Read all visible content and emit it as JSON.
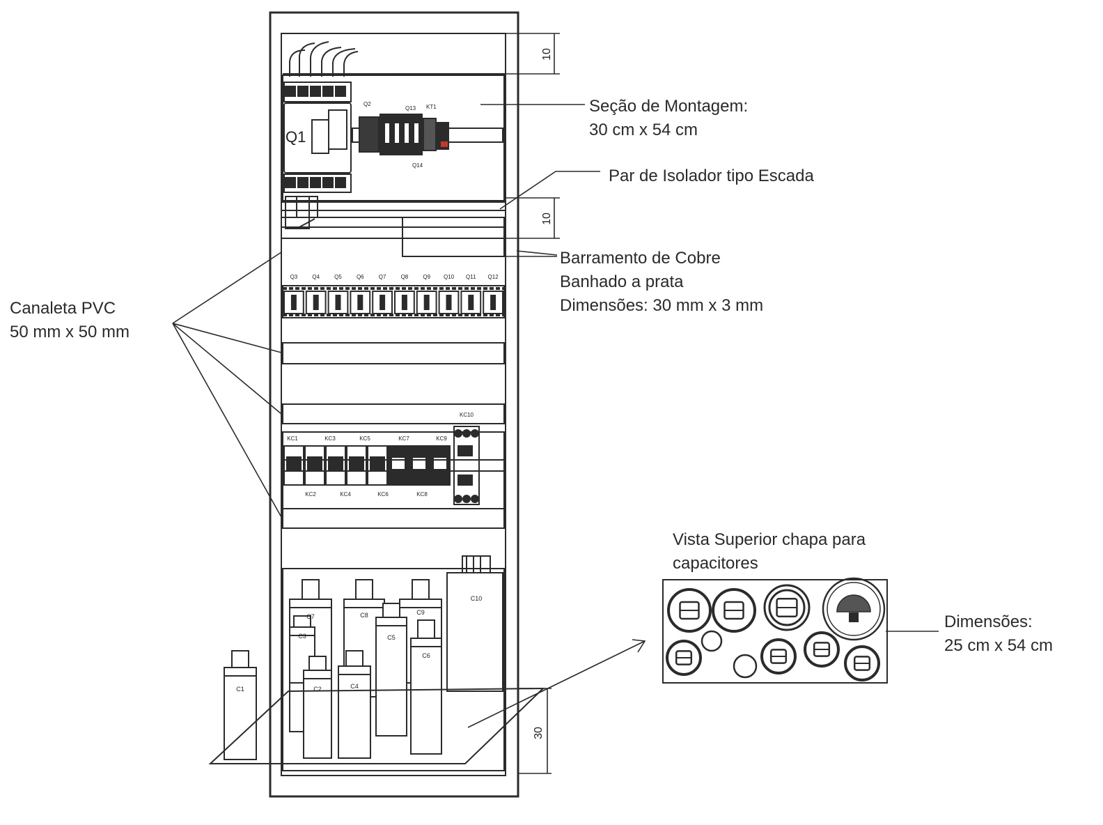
{
  "annotations": {
    "mounting_section": {
      "title": "Seção de Montagem:",
      "size": "30 cm x 54 cm"
    },
    "insulator": {
      "title": "Par de Isolador tipo Escada"
    },
    "busbar": {
      "line1": "Barramento de Cobre",
      "line2": "Banhado a prata",
      "line3": "Dimensões: 30 mm x 3 mm"
    },
    "trunking": {
      "title": "Canaleta PVC",
      "size": "50 mm x 50 mm"
    },
    "top_view": {
      "line1": "Vista Superior chapa para",
      "line2": "capacitores"
    },
    "plate_dims": {
      "title": "Dimensões:",
      "size": "25 cm x 54 cm"
    }
  },
  "dimensions": {
    "top": "10",
    "middle": "10",
    "bottom": "30"
  },
  "components": {
    "main_breaker": "Q1",
    "q2": "Q2",
    "q13": "Q13",
    "kt1": "KT1",
    "q14": "Q14",
    "breaker_row": [
      "Q3",
      "Q4",
      "Q5",
      "Q6",
      "Q7",
      "Q8",
      "Q9",
      "Q10",
      "Q11",
      "Q12"
    ],
    "contactors_top": [
      "KC1",
      "KC3",
      "KC5",
      "KC7",
      "KC9",
      "KC10"
    ],
    "contactors_bottom": [
      "KC2",
      "KC4",
      "KC6",
      "KC8"
    ],
    "capacitors": [
      "C1",
      "C2",
      "C3",
      "C4",
      "C5",
      "C6",
      "C7",
      "C8",
      "C9",
      "C10"
    ]
  },
  "colors": {
    "line": "#2b2b2b",
    "dark": "#1f1f1f",
    "accent": "#c0392b"
  }
}
